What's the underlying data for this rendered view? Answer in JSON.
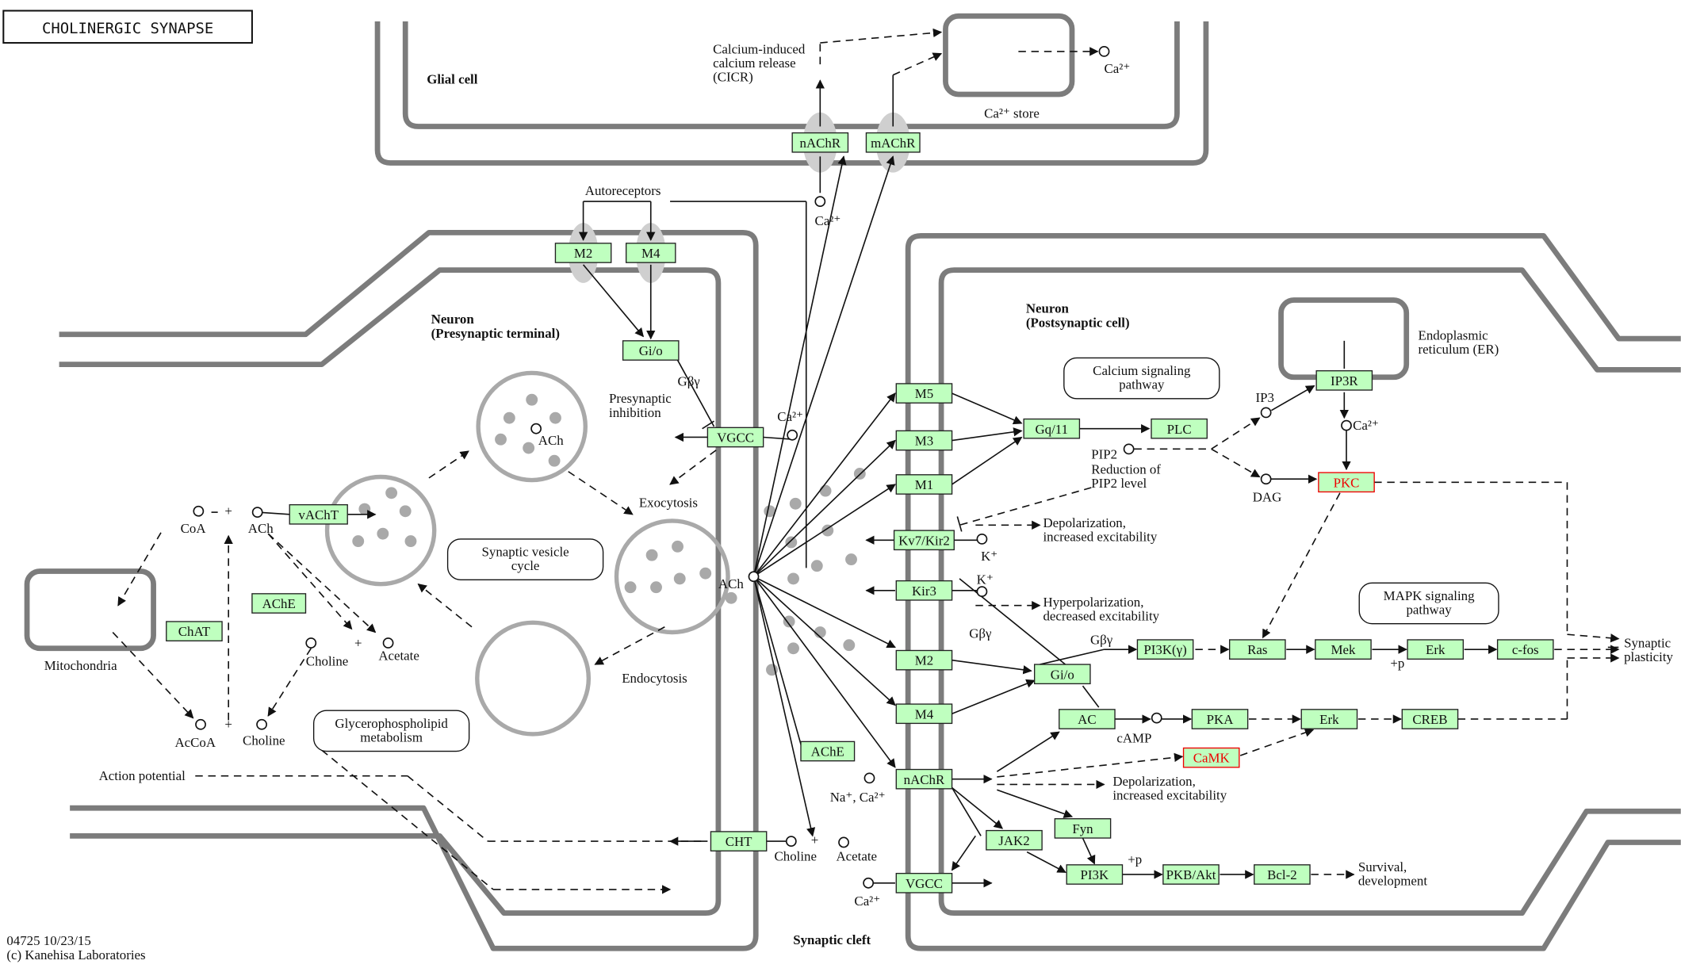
{
  "title": "CHOLINERGIC SYNAPSE",
  "colors": {
    "gene_fill": "#bfffbf",
    "highlight": "#e00000",
    "membrane": "#7c7c7c"
  },
  "genes": [
    {
      "label": "nAChR"
    },
    {
      "label": "mAChR"
    },
    {
      "label": "M2"
    },
    {
      "label": "M4"
    },
    {
      "label": "Gi/o"
    },
    {
      "label": "VGCC"
    },
    {
      "label": "vAChT"
    },
    {
      "label": "AChE"
    },
    {
      "label": "ChAT"
    },
    {
      "label": "AChE"
    },
    {
      "label": "CHT"
    },
    {
      "label": "M5"
    },
    {
      "label": "M3"
    },
    {
      "label": "M1"
    },
    {
      "label": "Kv7/Kir2"
    },
    {
      "label": "Kir3"
    },
    {
      "label": "M2"
    },
    {
      "label": "M4"
    },
    {
      "label": "nAChR"
    },
    {
      "label": "VGCC"
    },
    {
      "label": "Gq/11"
    },
    {
      "label": "PLC"
    },
    {
      "label": "IP3R"
    },
    {
      "label": "PKC",
      "highlighted": true
    },
    {
      "label": "Gi/o"
    },
    {
      "label": "PI3K(γ)"
    },
    {
      "label": "Ras"
    },
    {
      "label": "Mek"
    },
    {
      "label": "Erk"
    },
    {
      "label": "c-fos"
    },
    {
      "label": "AC"
    },
    {
      "label": "PKA"
    },
    {
      "label": "Erk"
    },
    {
      "label": "CREB"
    },
    {
      "label": "CaMK",
      "highlighted": true
    },
    {
      "label": "Fyn"
    },
    {
      "label": "JAK2"
    },
    {
      "label": "PI3K"
    },
    {
      "label": "PKB/Akt"
    },
    {
      "label": "Bcl-2"
    }
  ],
  "pathways": [
    {
      "lines": [
        "Synaptic vesicle",
        "cycle"
      ]
    },
    {
      "lines": [
        "Glycerophospholipid",
        "metabolism"
      ]
    },
    {
      "lines": [
        "Calcium signaling",
        "pathway"
      ]
    },
    {
      "lines": [
        "MAPK signaling",
        "pathway"
      ]
    }
  ],
  "labels": [
    "Glial cell",
    "Calcium-induced",
    "calcium release",
    "(CICR)",
    "Ca²⁺ store",
    "Ca²⁺",
    "Ca²⁺",
    "Autoreceptors",
    "Neuron",
    "(Presynaptic terminal)",
    "Gβγ",
    "Presynaptic",
    "inhibition",
    "Ca²⁺",
    "ACh",
    "Exocytosis",
    "Endocytosis",
    "ACh",
    "CoA",
    "+",
    "ACh",
    "Mitochondria",
    "Choline",
    "+",
    "Acetate",
    "AcCoA",
    "+",
    "Choline",
    "Action potential",
    "Na⁺, Ca²⁺",
    "Choline",
    "+",
    "Acetate",
    "Synaptic cleft",
    "04725 10/23/15",
    "(c) Kanehisa Laboratories",
    "Neuron",
    "(Postsynaptic cell)",
    "Endoplasmic",
    "reticulum (ER)",
    "IP3",
    "Ca²⁺",
    "PIP2",
    "Reduction of",
    "PIP2 level",
    "DAG",
    "K⁺",
    "Depolarization,",
    "increased excitability",
    "K⁺",
    "Hyperpolarization,",
    "decreased excitability",
    "Gβγ",
    "Gβγ",
    "+p",
    "Synaptic",
    "plasticity",
    "cAMP",
    "Depolarization,",
    "increased excitability",
    "+p",
    "Survival,",
    "development",
    "Ca²⁺"
  ]
}
